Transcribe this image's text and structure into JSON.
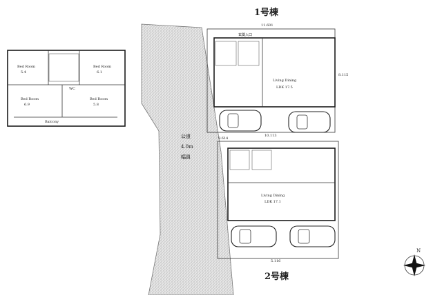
{
  "colors": {
    "ink": "#1a1a1a",
    "paper": "#ffffff",
    "road": "#d9d9d9"
  },
  "road": {
    "label_1": "公道",
    "label_2": "4.0m",
    "label_3": "幅員"
  },
  "building_1": {
    "title": "1号棟",
    "top_dimension": "11.601",
    "bottom_dimension": "10.113",
    "side_dimension": "8.115",
    "entrance_label": "玄関入口",
    "ldk_label": "Living Dining",
    "ldk_size": "LDK 17.5",
    "car_count": 2
  },
  "building_2": {
    "title": "2号棟",
    "top_dimension": "9.614",
    "bottom_dimension": "5.116",
    "ldk_label": "Living Dining",
    "ldk_size": "LDK 17.1",
    "car_count": 2
  },
  "second_floor": {
    "rooms": [
      "Bed Room",
      "Bed Room",
      "Bed Room",
      "Bed Room"
    ],
    "sizes": [
      "5.4",
      "6.1",
      "6.9",
      "5.8"
    ],
    "balcony": "Balcony",
    "wc": "WC"
  },
  "compass": {
    "label": "N"
  },
  "icons": [
    "compass-icon",
    "car-icon"
  ]
}
